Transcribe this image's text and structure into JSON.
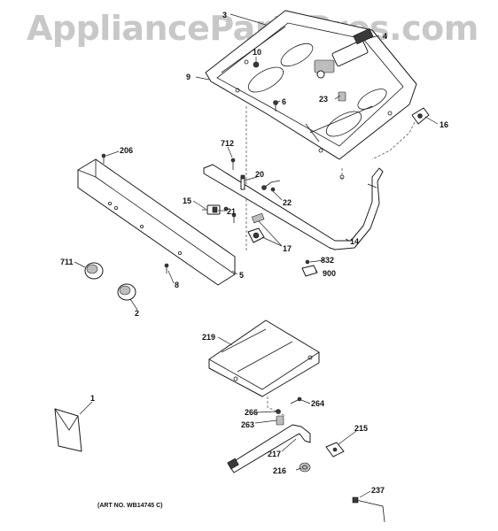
{
  "watermark": "AppliancePartsPros.com",
  "art_number": "(ART NO. WB14745 C)",
  "callouts": {
    "c3": "3",
    "c4": "4",
    "c10": "10",
    "c9": "9",
    "c23": "23",
    "c6": "6",
    "c16": "16",
    "c206": "206",
    "c712": "712",
    "c20": "20",
    "c22": "22",
    "c15": "15",
    "c21": "21",
    "c17": "17",
    "c14": "14",
    "c832": "832",
    "c900": "900",
    "c711": "711",
    "c8": "8",
    "c5": "5",
    "c2": "2",
    "c219": "219",
    "c1": "1",
    "c264": "264",
    "c266": "266",
    "c263": "263",
    "c215": "215",
    "c217": "217",
    "c216": "216",
    "c237": "237"
  }
}
